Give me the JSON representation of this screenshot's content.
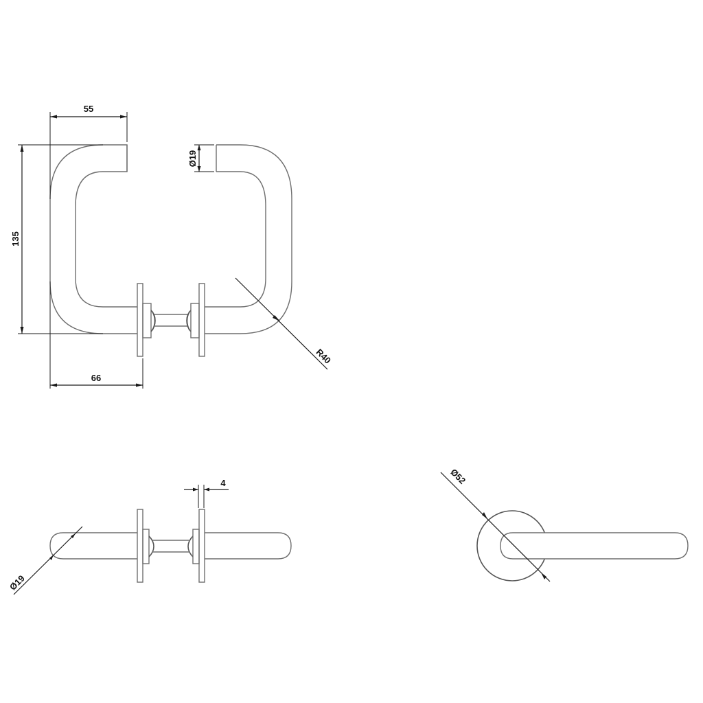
{
  "drawing": {
    "subject": "Door handle set technical drawing",
    "views": {
      "front_view": {
        "dimensions": {
          "width_top": "55",
          "height": "135",
          "tube_diameter": "Ø19",
          "width_bottom": "66",
          "bend_radius": "R40"
        }
      },
      "top_view": {
        "dimensions": {
          "tube_diameter": "Ø19",
          "rose_thickness": "4"
        }
      },
      "side_view": {
        "dimensions": {
          "rose_diameter": "Ø52"
        }
      }
    },
    "colors": {
      "background": "#ffffff",
      "part_line": "#6e6e6e",
      "dimension_line": "#1a1a1a"
    }
  }
}
